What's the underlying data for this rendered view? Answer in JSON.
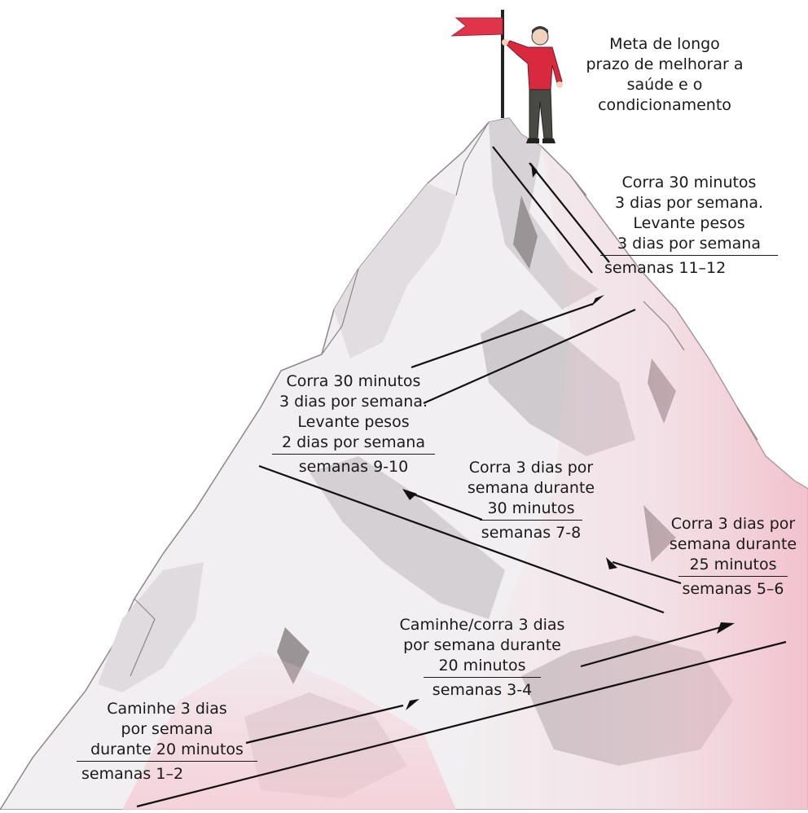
{
  "goal": {
    "lines": [
      "Meta de longo",
      "prazo de melhorar a",
      "saúde e o",
      "condicionamento"
    ]
  },
  "steps": [
    {
      "id": "s1",
      "lines": [
        "Caminhe 3 dias",
        "por semana",
        "durante 20 minutos"
      ],
      "weeks": "semanas 1–2"
    },
    {
      "id": "s2",
      "lines": [
        "Caminhe/corra 3 dias",
        "por semana durante",
        "20 minutos"
      ],
      "weeks": "semanas 3-4"
    },
    {
      "id": "s3",
      "lines": [
        "Corra 3 dias por",
        "semana durante",
        "25 minutos"
      ],
      "weeks": "semanas 5–6"
    },
    {
      "id": "s4",
      "lines": [
        "Corra 3 dias por",
        "semana durante",
        "30 minutos"
      ],
      "weeks": "semanas 7-8"
    },
    {
      "id": "s5",
      "lines": [
        "Corra 30 minutos",
        "3 dias por semana.",
        "Levante pesos",
        "2 dias por semana"
      ],
      "weeks": "semanas 9-10"
    },
    {
      "id": "s6",
      "lines": [
        "Corra 30 minutos",
        "3 dias por semana.",
        "Levante pesos",
        "3 dias por semana"
      ],
      "weeks": "semanas 11–12"
    }
  ],
  "colors": {
    "mountain_light": "#f1eff1",
    "mountain_shadow": "#cfcacd",
    "mountain_dark": "#9a9497",
    "pink_tint": "#f5c9d3",
    "flag": "#e0344a",
    "shirt": "#d9293f",
    "pants": "#4a4a44",
    "path": "#111111"
  }
}
